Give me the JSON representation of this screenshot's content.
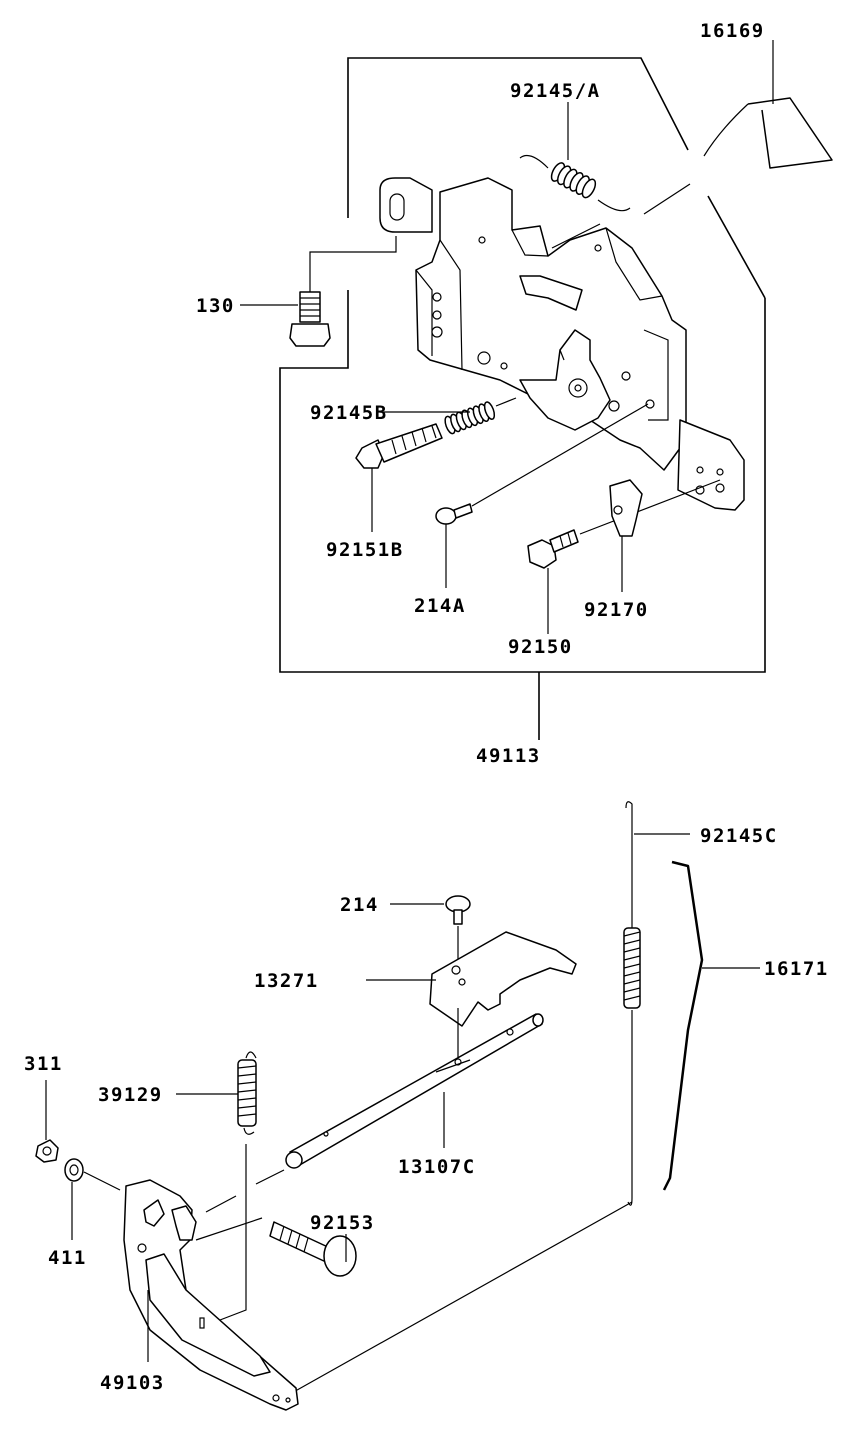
{
  "diagram": {
    "labels": {
      "p16169": "16169",
      "p92145A": "92145/A",
      "p130": "130",
      "p92145B": "92145B",
      "p92151B": "92151B",
      "p214A": "214A",
      "p92170": "92170",
      "p92150": "92150",
      "p49113": "49113",
      "p92145C": "92145C",
      "p214": "214",
      "p13271": "13271",
      "p16171": "16171",
      "p311": "311",
      "p39129": "39129",
      "p13107C": "13107C",
      "p92153": "92153",
      "p411": "411",
      "p49103": "49103"
    }
  }
}
